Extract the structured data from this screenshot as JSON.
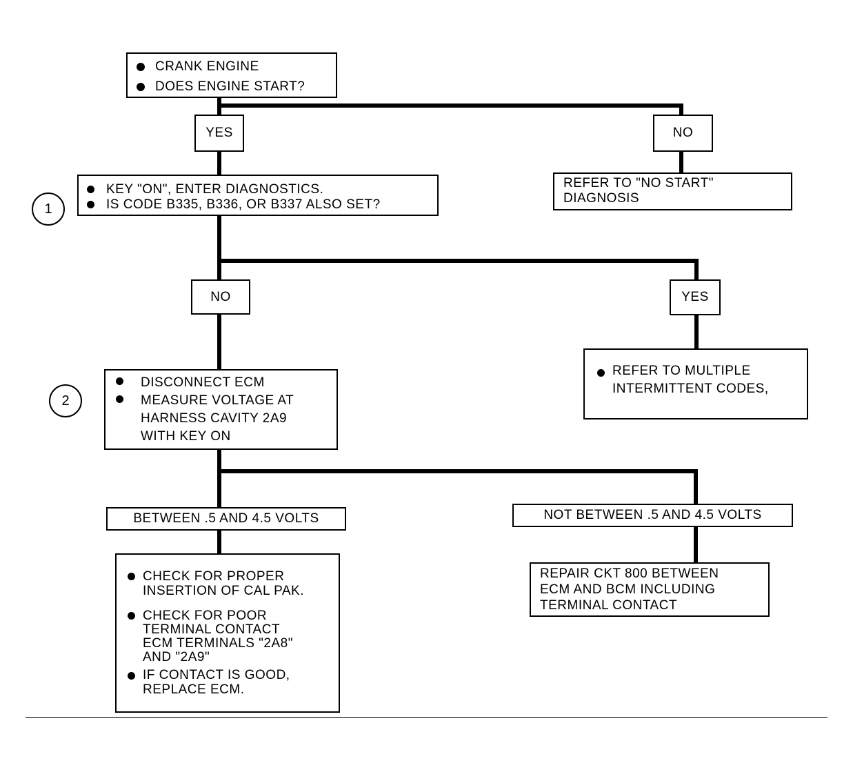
{
  "start": {
    "bullets": [
      "CRANK ENGINE",
      "DOES ENGINE START?"
    ]
  },
  "branch1": {
    "yes_label": "YES",
    "no_label": "NO",
    "no_result": [
      "REFER TO \"NO START\"",
      "DIAGNOSIS"
    ]
  },
  "step1": {
    "number": "1",
    "bullets": [
      "KEY \"ON\", ENTER DIAGNOSTICS.",
      "IS CODE B335, B336, OR B337 ALSO SET?"
    ]
  },
  "branch2": {
    "no_label": "NO",
    "yes_label": "YES",
    "yes_result": [
      "REFER TO MULTIPLE",
      "INTERMITTENT CODES,"
    ]
  },
  "step2": {
    "number": "2",
    "bullet1": "DISCONNECT ECM",
    "bullet2_lines": [
      "MEASURE VOLTAGE AT",
      "HARNESS CAVITY 2A9",
      "WITH KEY ON"
    ]
  },
  "branch3": {
    "left_label": "BETWEEN .5 AND 4.5 VOLTS",
    "right_label": "NOT BETWEEN .5 AND 4.5 VOLTS",
    "left_result": {
      "bullet1": [
        "CHECK FOR PROPER",
        "INSERTION OF CAL PAK."
      ],
      "bullet2": [
        "CHECK FOR POOR",
        "TERMINAL CONTACT",
        "ECM TERMINALS \"2A8\"",
        "AND \"2A9\""
      ],
      "bullet3": [
        "IF CONTACT IS GOOD,",
        "REPLACE ECM."
      ]
    },
    "right_result": [
      "REPAIR CKT 800 BETWEEN",
      "ECM AND BCM INCLUDING",
      "TERMINAL CONTACT"
    ]
  }
}
